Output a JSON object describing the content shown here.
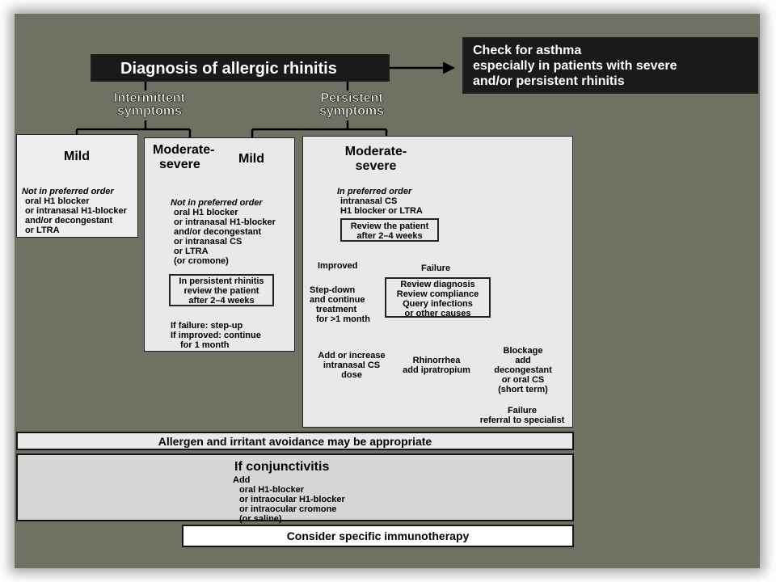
{
  "title": "Diagnosis of allergic rhinitis",
  "asthma_note": [
    "Check for asthma",
    "especially in patients with severe",
    "and/or persistent rhinitis"
  ],
  "branches": {
    "intermittent": [
      "Intermittent",
      "symptoms"
    ],
    "persistent": [
      "Persistent",
      "symptoms"
    ]
  },
  "mild_box": {
    "heading": "Mild",
    "order": "Not in preferred order",
    "items": [
      "oral H1 blocker",
      "or intranasal H1-blocker",
      "and/or decongestant",
      "or LTRA"
    ]
  },
  "moderate_mild_box": {
    "heading_left": [
      "Moderate-",
      "severe"
    ],
    "heading_right": "Mild",
    "order": "Not in preferred order",
    "items": [
      "oral H1 blocker",
      "or intranasal H1-blocker",
      "and/or decongestant",
      "or intranasal CS",
      "or LTRA",
      "(or cromone)"
    ],
    "review": [
      "In persistent rhinitis",
      "review the patient",
      "after 2–4 weeks"
    ],
    "followup": [
      "If failure: step-up",
      "If improved: continue",
      "for 1 month"
    ]
  },
  "moderate_severe_box": {
    "heading": [
      "Moderate-",
      "severe"
    ],
    "order": "In preferred order",
    "items": [
      "intranasal CS",
      "H1 blocker or LTRA"
    ],
    "review": [
      "Review the patient",
      "after 2–4 weeks"
    ],
    "improved": "Improved",
    "failure": "Failure",
    "step_down": [
      "Step-down",
      "and continue",
      "treatment",
      "for >1 month"
    ],
    "failure_actions": [
      "Review diagnosis",
      "Review compliance",
      "Query infections",
      "or other causes"
    ],
    "outcome_cs": [
      "Add or increase",
      "intranasal CS",
      "dose"
    ],
    "outcome_rhinorrhea": [
      "Rhinorrhea",
      "add ipratropium"
    ],
    "outcome_blockage": [
      "Blockage",
      "add",
      "decongestant",
      "or oral CS",
      "(short term)"
    ],
    "failure_referral": [
      "Failure",
      "referral to specialist"
    ]
  },
  "avoidance": "Allergen and irritant avoidance may be appropriate",
  "conjunctivitis": {
    "heading": "If conjunctivitis",
    "add": "Add",
    "items": [
      "oral H1-blocker",
      "or intraocular H1-blocker",
      "or intraocular cromone",
      "(or saline)"
    ]
  },
  "immunotherapy": "Consider specific immunotherapy"
}
